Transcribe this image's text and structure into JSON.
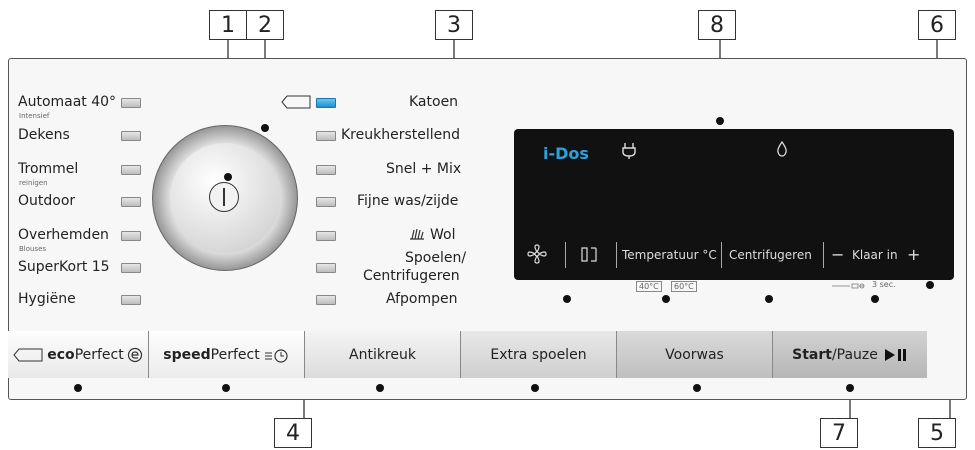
{
  "callouts": [
    "1",
    "2",
    "3",
    "8",
    "6",
    "4",
    "7",
    "5"
  ],
  "programs_left": [
    {
      "label": "Automaat 40°",
      "sub": "Intensief"
    },
    {
      "label": "Dekens",
      "sub": ""
    },
    {
      "label": "Trommel",
      "sub": "reinigen"
    },
    {
      "label": "Outdoor",
      "sub": ""
    },
    {
      "label": "Overhemden",
      "sub": "Blouses"
    },
    {
      "label": "SuperKort 15",
      "sub": ""
    },
    {
      "label": "Hygiëne",
      "sub": ""
    }
  ],
  "programs_right": [
    {
      "label": "Katoen"
    },
    {
      "label": "Kreukherstellend"
    },
    {
      "label": "Snel + Mix"
    },
    {
      "label": "Fijne was/zijde"
    },
    {
      "label": "Wol"
    },
    {
      "label": "Spoelen/"
    },
    {
      "label": "Centrifugeren"
    },
    {
      "label": "Afpompen"
    }
  ],
  "display": {
    "idos": "i-Dos",
    "temp": "Temperatuur °C",
    "spin": "Centrifugeren",
    "minus": "−",
    "ready": "Klaar in",
    "plus": "+",
    "hint40": "40°C",
    "hint60": "60°C",
    "hint3s": "3 sec."
  },
  "buttons": {
    "eco_bold": "eco",
    "eco_rest": "Perfect",
    "speed_bold": "speed",
    "speed_rest": "Perfect",
    "anti": "Antikreuk",
    "extra": "Extra spoelen",
    "voorwas": "Voorwas",
    "start_bold": "Start",
    "start_rest": "/Pauze"
  },
  "colors": {
    "accent": "#2aa3dd",
    "display_bg": "#111111",
    "led_on": "#1b8fd0"
  }
}
